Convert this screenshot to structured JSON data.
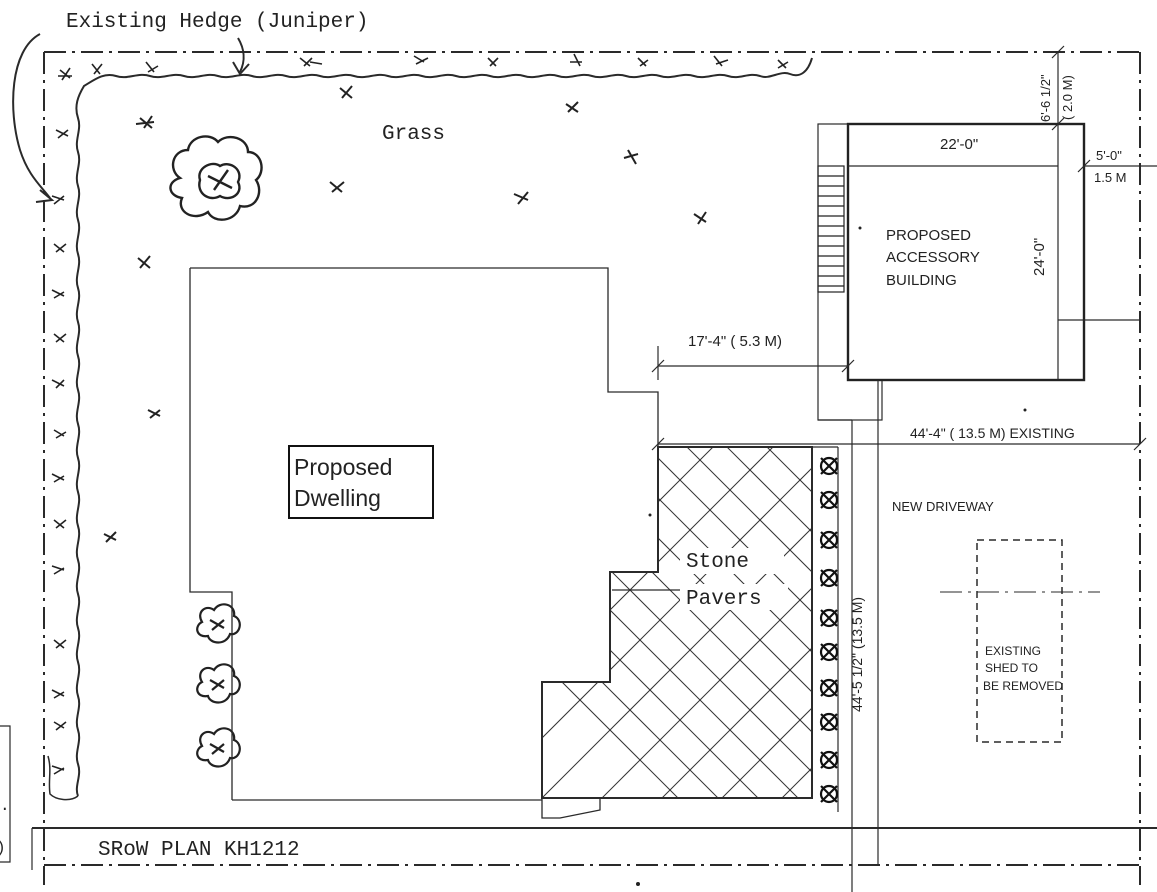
{
  "labels": {
    "hedge_note": "Existing Hedge (Juniper)",
    "grass": "Grass",
    "dwelling_line1": "Proposed",
    "dwelling_line2": "Dwelling",
    "pavers_line1": "Stone",
    "pavers_line2": "Pavers",
    "accessory_line1": "PROPOSED",
    "accessory_line2": "ACCESSORY",
    "accessory_line3": "BUILDING",
    "new_driveway": "NEW DRIVEWAY",
    "shed_line1": "EXISTING",
    "shed_line2": "SHED TO",
    "shed_line3": "BE REMOVED",
    "srow": "SRoW PLAN KH1212"
  },
  "dimensions": {
    "rear_setback_a": "6'-6 1/2\"",
    "rear_setback_b": "( 2.0 M)",
    "accessory_width": "22'-0\"",
    "accessory_depth": "24'-0\"",
    "side_setback_a": "5'-0\"",
    "side_setback_b": "1.5 M",
    "building_separation": "17'-4\" ( 5.3 M)",
    "lot_width": "44'-4\" ( 13.5 M) EXISTING",
    "paver_length": "44'-5 1/2\" (13.5 M)"
  },
  "colors": {
    "ink": "#2a2a2a",
    "paper": "#ffffff"
  }
}
